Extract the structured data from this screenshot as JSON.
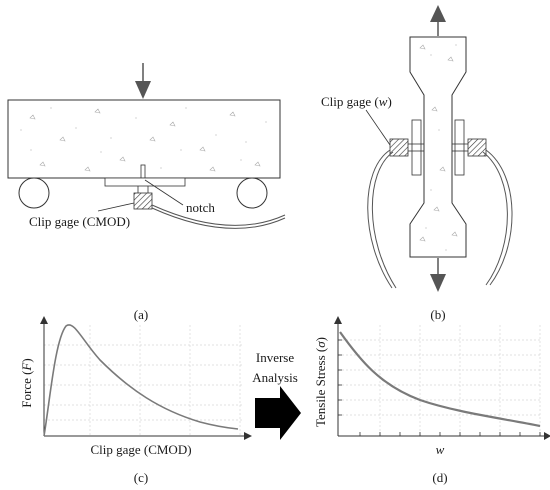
{
  "panels": {
    "a": {
      "tag": "(a)",
      "notch_label": "notch",
      "clip_label": "Clip gage (CMOD)"
    },
    "b": {
      "tag": "(b)",
      "clip_label_pre": "Clip gage (",
      "clip_label_var": "w",
      "clip_label_post": ")"
    },
    "c": {
      "tag": "(c)",
      "ylabel_pre": "Force (",
      "ylabel_var": "F",
      "ylabel_post": ")",
      "xlabel": "Clip gage (CMOD)"
    },
    "d": {
      "tag": "(d)",
      "ylabel_pre": "Tensile Stress (",
      "ylabel_var": "σ",
      "ylabel_post": ")",
      "xlabel": "w"
    }
  },
  "arrow": {
    "line1": "Inverse",
    "line2": "Analysis"
  },
  "colors": {
    "curve": "#7a7a7a",
    "concrete_fill": "#ffffff",
    "outline": "#333333",
    "grid": "#d8d8d8"
  }
}
